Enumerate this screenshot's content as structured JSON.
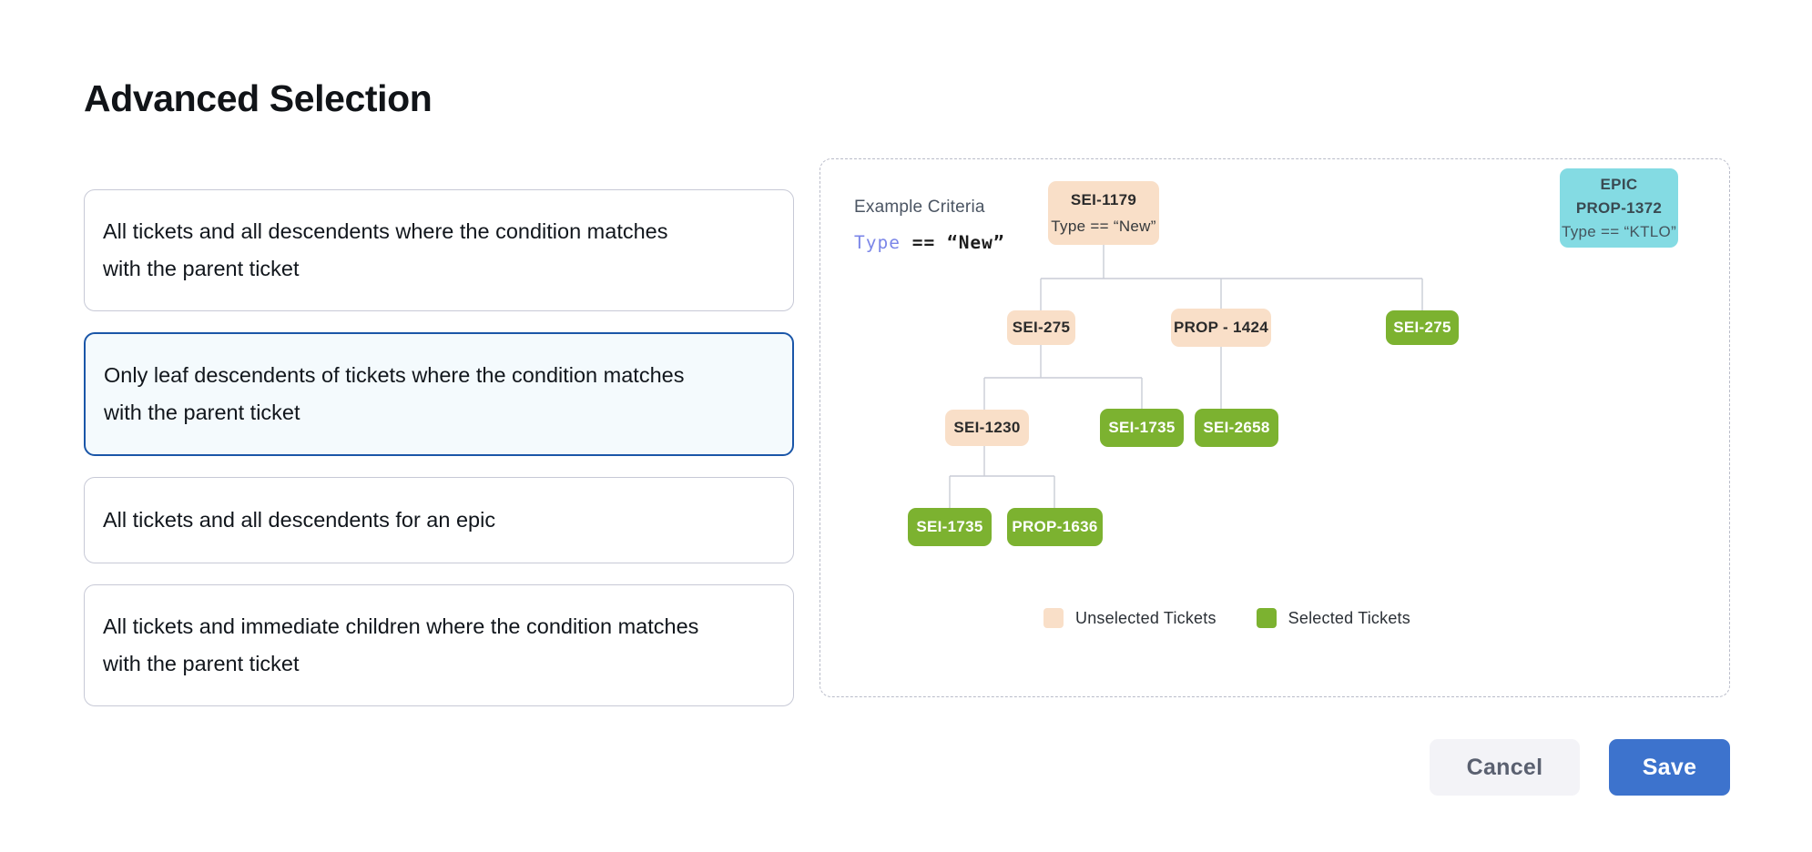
{
  "page": {
    "title": "Advanced Selection"
  },
  "options": [
    {
      "id": "all-descendents-condition",
      "label": "All tickets and all descendents where the condition matches with the parent ticket",
      "selected": false
    },
    {
      "id": "leaf-descendents-condition",
      "label": "Only leaf descendents of tickets where the condition matches with the parent ticket",
      "selected": true
    },
    {
      "id": "all-descendents-epic",
      "label": "All tickets and all descendents for an epic",
      "selected": false
    },
    {
      "id": "immediate-children-condition",
      "label": "All tickets and immediate children where the condition matches with the parent ticket",
      "selected": false
    }
  ],
  "diagram": {
    "criteria_label": "Example Criteria",
    "criteria_expression": {
      "field": "Type",
      "operator": "==",
      "value": "“New”"
    },
    "nodes": {
      "root": {
        "id": "SEI-1179",
        "sub": "Type == “New”",
        "state": "unselected"
      },
      "epic": {
        "kind": "EPIC",
        "id": "PROP-1372",
        "sub": "Type == “KTLO”",
        "state": "epic"
      },
      "sei275a": {
        "id": "SEI-275",
        "state": "unselected"
      },
      "prop1424": {
        "id": "PROP - 1424",
        "state": "unselected"
      },
      "sei275b": {
        "id": "SEI-275",
        "state": "selected"
      },
      "sei1230": {
        "id": "SEI-1230",
        "state": "unselected"
      },
      "sei1735a": {
        "id": "SEI-1735",
        "state": "selected"
      },
      "sei2658": {
        "id": "SEI-2658",
        "state": "selected"
      },
      "sei1735b": {
        "id": "SEI-1735",
        "state": "selected"
      },
      "prop1636": {
        "id": "PROP-1636",
        "state": "selected"
      }
    },
    "legend": [
      {
        "key": "unselected",
        "label": "Unselected Tickets",
        "color": "#f9dfc8"
      },
      {
        "key": "selected",
        "label": "Selected Tickets",
        "color": "#7cb230"
      }
    ]
  },
  "footer": {
    "cancel_label": "Cancel",
    "save_label": "Save"
  },
  "colors": {
    "accent_blue": "#3d73cd",
    "selected_border": "#1a56a8",
    "selected_card_bg": "#f4fafd",
    "unselected_node": "#f9dfc8",
    "selected_node": "#7cb230",
    "epic_node": "#84dbe3",
    "connector": "#c9ccd6"
  }
}
